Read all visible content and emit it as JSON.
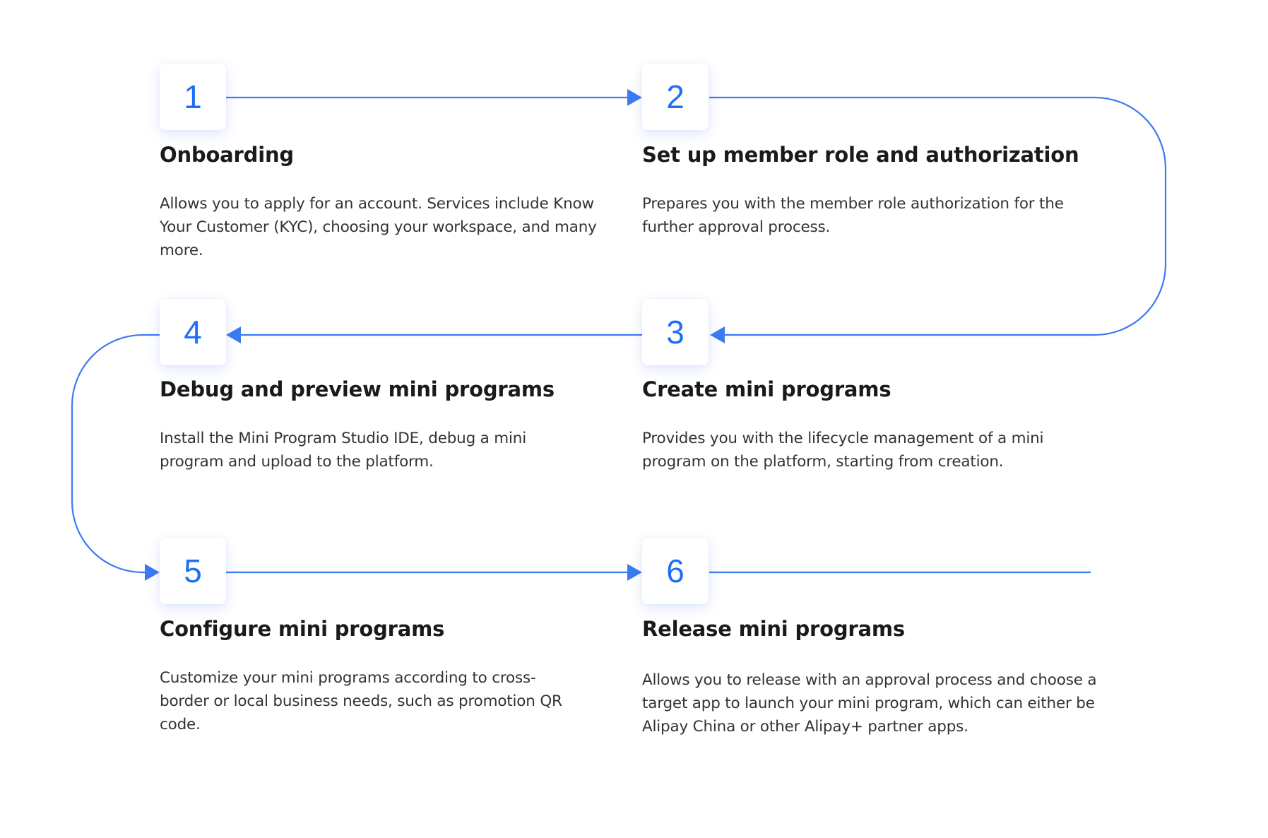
{
  "accent_color": "#1e6ff5",
  "line_color": "#3b7bf0",
  "steps": [
    {
      "number": "1",
      "title": "Onboarding",
      "description": "Allows you to apply for an account. Services include Know Your Customer (KYC), choosing your workspace, and many more."
    },
    {
      "number": "2",
      "title": "Set up member role and authorization",
      "description": "Prepares you with the member role authorization for the further approval process."
    },
    {
      "number": "3",
      "title": "Create mini programs",
      "description": "Provides you with the lifecycle management of a mini program on the platform, starting from creation."
    },
    {
      "number": "4",
      "title": "Debug and preview mini programs",
      "description": "Install the Mini Program Studio IDE, debug a mini program and upload to the platform."
    },
    {
      "number": "5",
      "title": "Configure mini programs",
      "description": "Customize your mini programs according to cross-border or local business needs, such as promotion QR code."
    },
    {
      "number": "6",
      "title": "Release mini programs",
      "description": "Allows you to release with an approval process and choose a target app to launch your mini program, which can either be Alipay China or other Alipay+ partner apps."
    }
  ]
}
